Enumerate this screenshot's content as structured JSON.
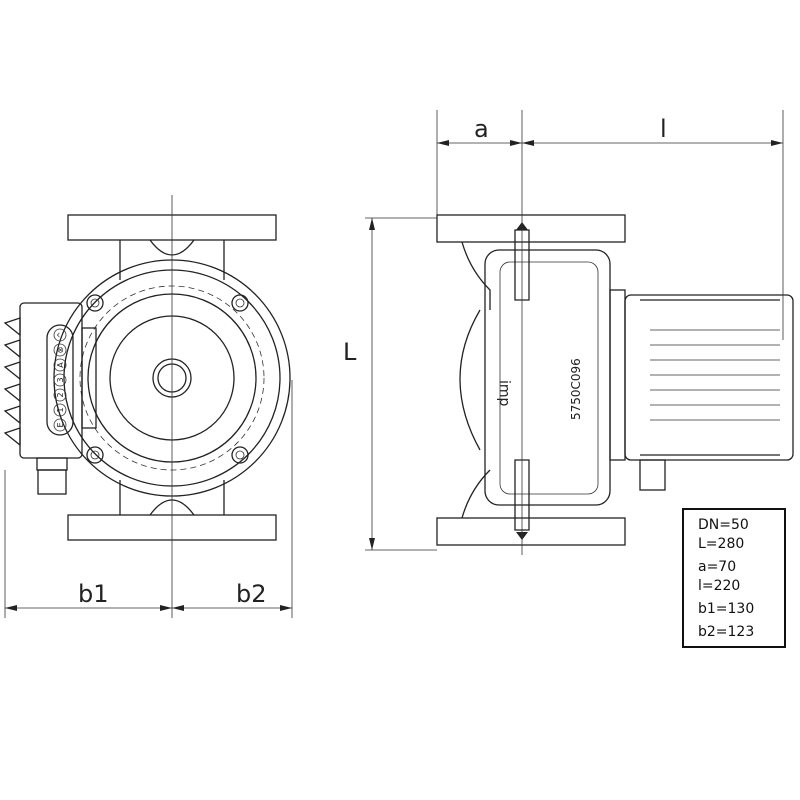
{
  "dimension_labels": {
    "a": "a",
    "l": "l",
    "L": "L",
    "b1": "b1",
    "b2": "b2"
  },
  "pump_markings": {
    "brand": "imp",
    "serial": "5750C096"
  },
  "control_buttons": [
    "E",
    "1",
    "2",
    "3",
    "A",
    "⊗",
    "^"
  ],
  "legend": {
    "dn": "DN=50",
    "L": "L=280",
    "a": "a=70",
    "l": "l=220",
    "b1": "b1=130",
    "b2": "b2=123"
  }
}
